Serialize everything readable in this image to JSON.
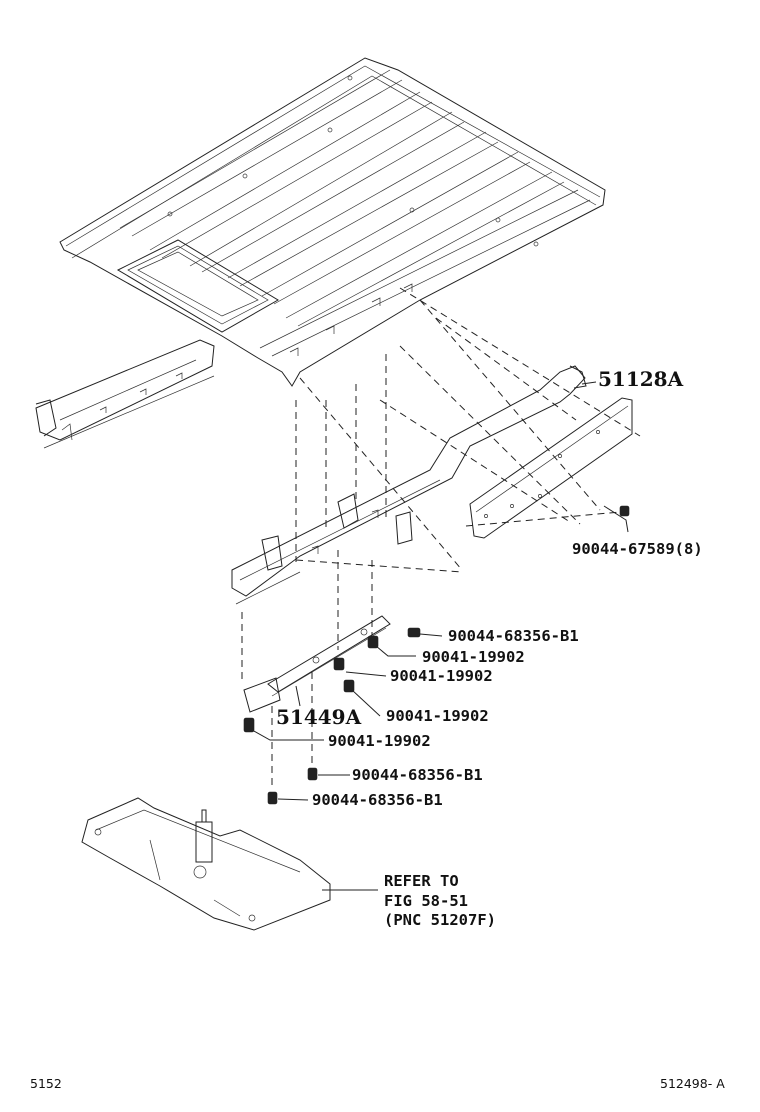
{
  "labels": {
    "part_51128a": "51128A",
    "part_51449a": "51449A",
    "bolt_67589": "90044-67589(8)",
    "bolt_68356_a": "90044-68356-B1",
    "bolt_19902_a": "90041-19902",
    "bolt_19902_b": "90041-19902",
    "bolt_19902_c": "90041-19902",
    "bolt_19902_d": "90041-19902",
    "bolt_68356_b": "90044-68356-B1",
    "bolt_68356_c": "90044-68356-B1",
    "refer_line1": "REFER TO",
    "refer_line2": "FIG 58-51",
    "refer_line3": "(PNC 51207F)"
  },
  "footer": {
    "left": "5152",
    "right": "512498- A"
  }
}
